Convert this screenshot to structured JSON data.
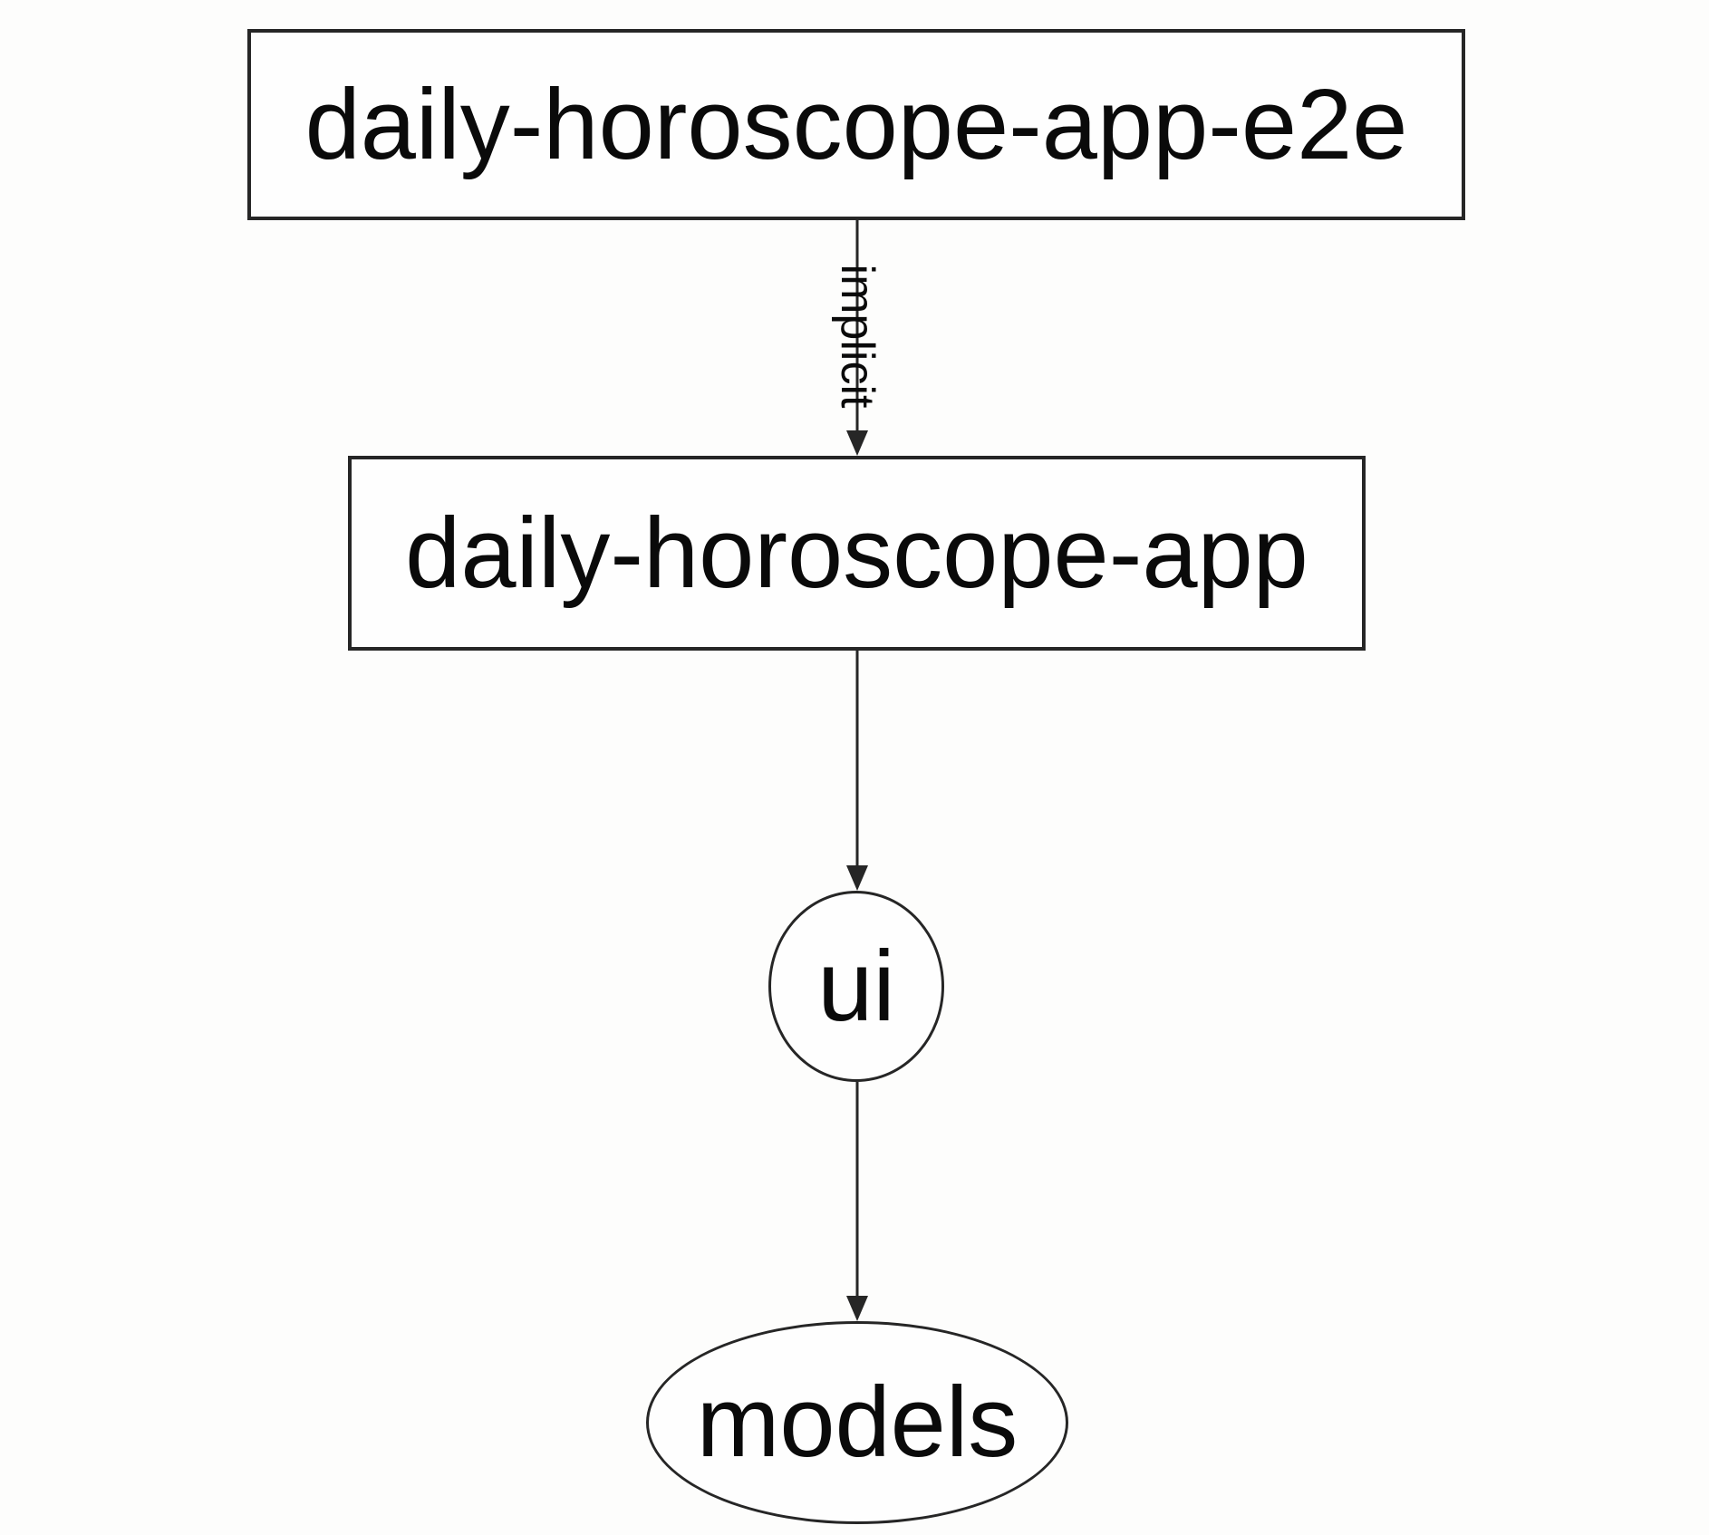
{
  "graph": {
    "background_color": "#fdfdfc",
    "stroke_color": "#262626",
    "text_color": "#0a0a0a",
    "node_fill_color": "#fefefe",
    "nodes": [
      {
        "id": "daily-horoscope-app-e2e",
        "label": "daily-horoscope-app-e2e",
        "shape": "rectangle"
      },
      {
        "id": "daily-horoscope-app",
        "label": "daily-horoscope-app",
        "shape": "rectangle"
      },
      {
        "id": "ui",
        "label": "ui",
        "shape": "ellipse"
      },
      {
        "id": "models",
        "label": "models",
        "shape": "ellipse"
      }
    ],
    "edges": [
      {
        "from": "daily-horoscope-app-e2e",
        "to": "daily-horoscope-app",
        "label": "implicit",
        "label_orientation": "rotated-90",
        "arrowhead": "filled-triangle-down"
      },
      {
        "from": "daily-horoscope-app",
        "to": "ui",
        "label": "",
        "arrowhead": "filled-triangle-down"
      },
      {
        "from": "ui",
        "to": "models",
        "label": "",
        "arrowhead": "filled-triangle-down"
      }
    ]
  }
}
